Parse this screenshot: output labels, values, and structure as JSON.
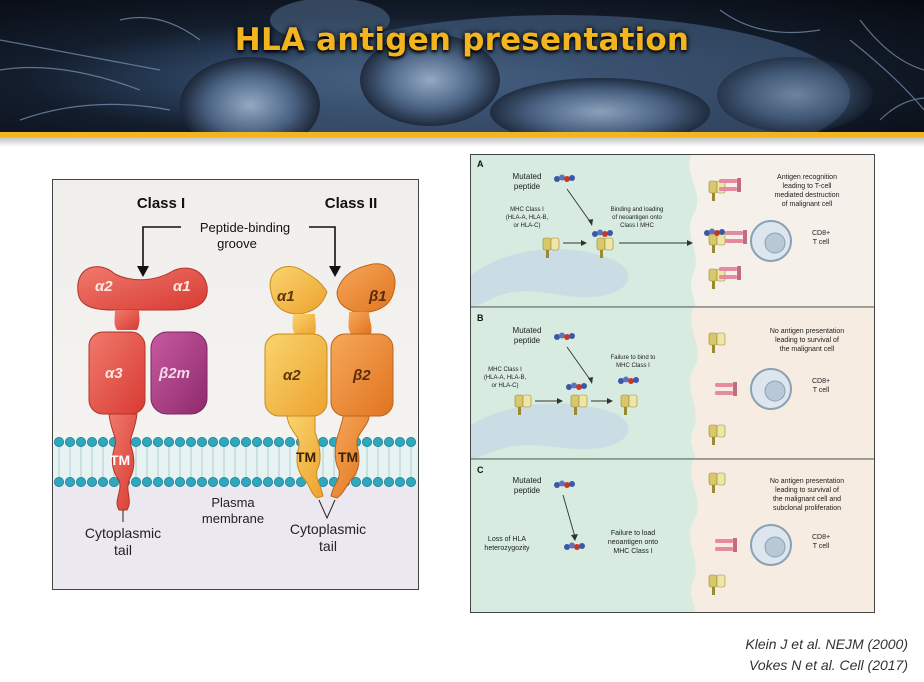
{
  "slide": {
    "title": "HLA antigen presentation",
    "citations": [
      "Klein J et al. NEJM (2000)",
      "Vokes N et al. Cell (2017)"
    ]
  },
  "left_diagram": {
    "class1_label": "Class I",
    "class2_label": "Class II",
    "groove_label_line1": "Peptide-binding",
    "groove_label_line2": "groove",
    "class1_domains": [
      "α2",
      "α1",
      "α3",
      "β2m",
      "TM"
    ],
    "class2_domains": [
      "α1",
      "β1",
      "α2",
      "β2",
      "TM",
      "TM"
    ],
    "membrane_label_line1": "Plasma",
    "membrane_label_line2": "membrane",
    "tail1_line1": "Cytoplasmic",
    "tail1_line2": "tail",
    "tail2_line1": "Cytoplasmic",
    "tail2_line2": "tail",
    "colors": {
      "class1": "#e4483e",
      "b2m": "#a8377d",
      "class2_alpha": "#f2b63a",
      "class2_beta": "#ec8a30",
      "lipid_head": "#2ea8bf"
    }
  },
  "right_diagram": {
    "panels": [
      {
        "letter": "A",
        "peptide_label": [
          "Mutated",
          "peptide"
        ],
        "mhc_label": [
          "MHC Class I",
          "(HLA-A, HLA-B,",
          "or HLA-C)"
        ],
        "step_label": [
          "Binding and loading",
          "of neoantigen onto",
          "Class I MHC"
        ],
        "outcome_label": [
          "Antigen recognition",
          "leading to T-cell",
          "mediated destruction",
          "of malignant cell"
        ],
        "tcell_label": [
          "CD8+",
          "T cell"
        ]
      },
      {
        "letter": "B",
        "peptide_label": [
          "Mutated",
          "peptide"
        ],
        "mhc_label": [
          "MHC Class I",
          "(HLA-A, HLA-B,",
          "or HLA-C)"
        ],
        "step_label": [
          "Failure to bind to",
          "MHC Class I"
        ],
        "outcome_label": [
          "No antigen presentation",
          "leading to survival of",
          "the malignant cell"
        ],
        "tcell_label": [
          "CD8+",
          "T cell"
        ]
      },
      {
        "letter": "C",
        "peptide_label": [
          "Mutated",
          "peptide"
        ],
        "mhc_label": [
          "Loss of HLA",
          "heterozygozity"
        ],
        "step_label": [
          "Failure to load",
          "neoantigen onto",
          "MHC Class I"
        ],
        "outcome_label": [
          "No antigen presentation",
          "leading to survival of",
          "the malignant cell and",
          "subclonal proliferation"
        ],
        "tcell_label": [
          "CD8+",
          "T cell"
        ]
      }
    ]
  }
}
